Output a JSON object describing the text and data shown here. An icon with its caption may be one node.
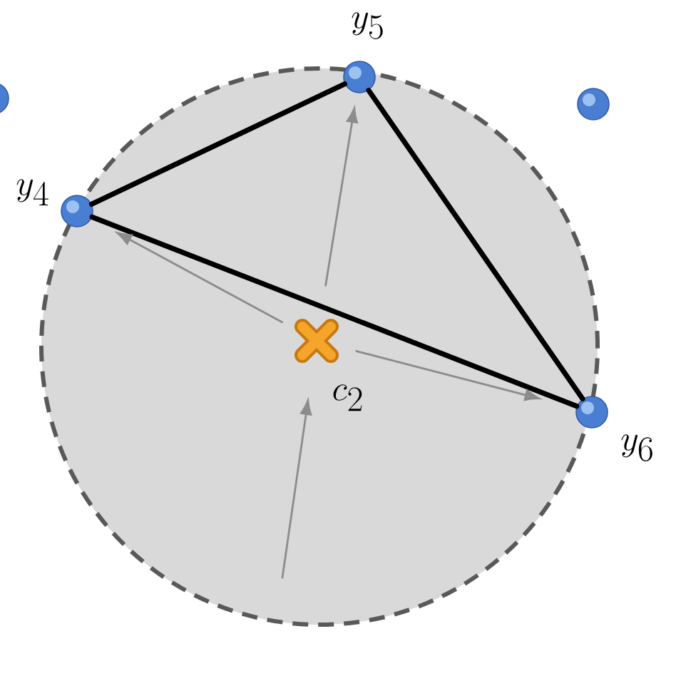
{
  "diagram": {
    "nodes": [
      {
        "text": [],
        "shape": "circle"
      },
      {
        "text": [],
        "shape": "circle",
        "beside": [
          "y_4"
        ]
      },
      {
        "text": [],
        "shape": "circle",
        "beside": [
          "y_5"
        ]
      },
      {
        "text": [],
        "shape": "circle"
      },
      {
        "text": [],
        "shape": "circle",
        "beside": [
          "y_6"
        ]
      },
      {
        "text": [],
        "shape": "cross",
        "beside": [
          "c_2"
        ]
      }
    ],
    "edges": [
      {
        "from": 1,
        "to": 2,
        "arrow": "none",
        "style": "thick",
        "color": "#000000"
      },
      {
        "from": 2,
        "to": 4,
        "arrow": "none",
        "style": "thick",
        "color": "#000000"
      },
      {
        "from": 1,
        "to": 4,
        "arrow": "none",
        "style": "thick",
        "color": "#000000"
      },
      {
        "from": 5,
        "to": 1,
        "arrow": "to"
      },
      {
        "from": 5,
        "to": 2,
        "arrow": "to"
      },
      {
        "from": 5,
        "to": 4,
        "arrow": "to"
      },
      {
        "from": null,
        "to": 5,
        "arrow": "to"
      }
    ]
  }
}
